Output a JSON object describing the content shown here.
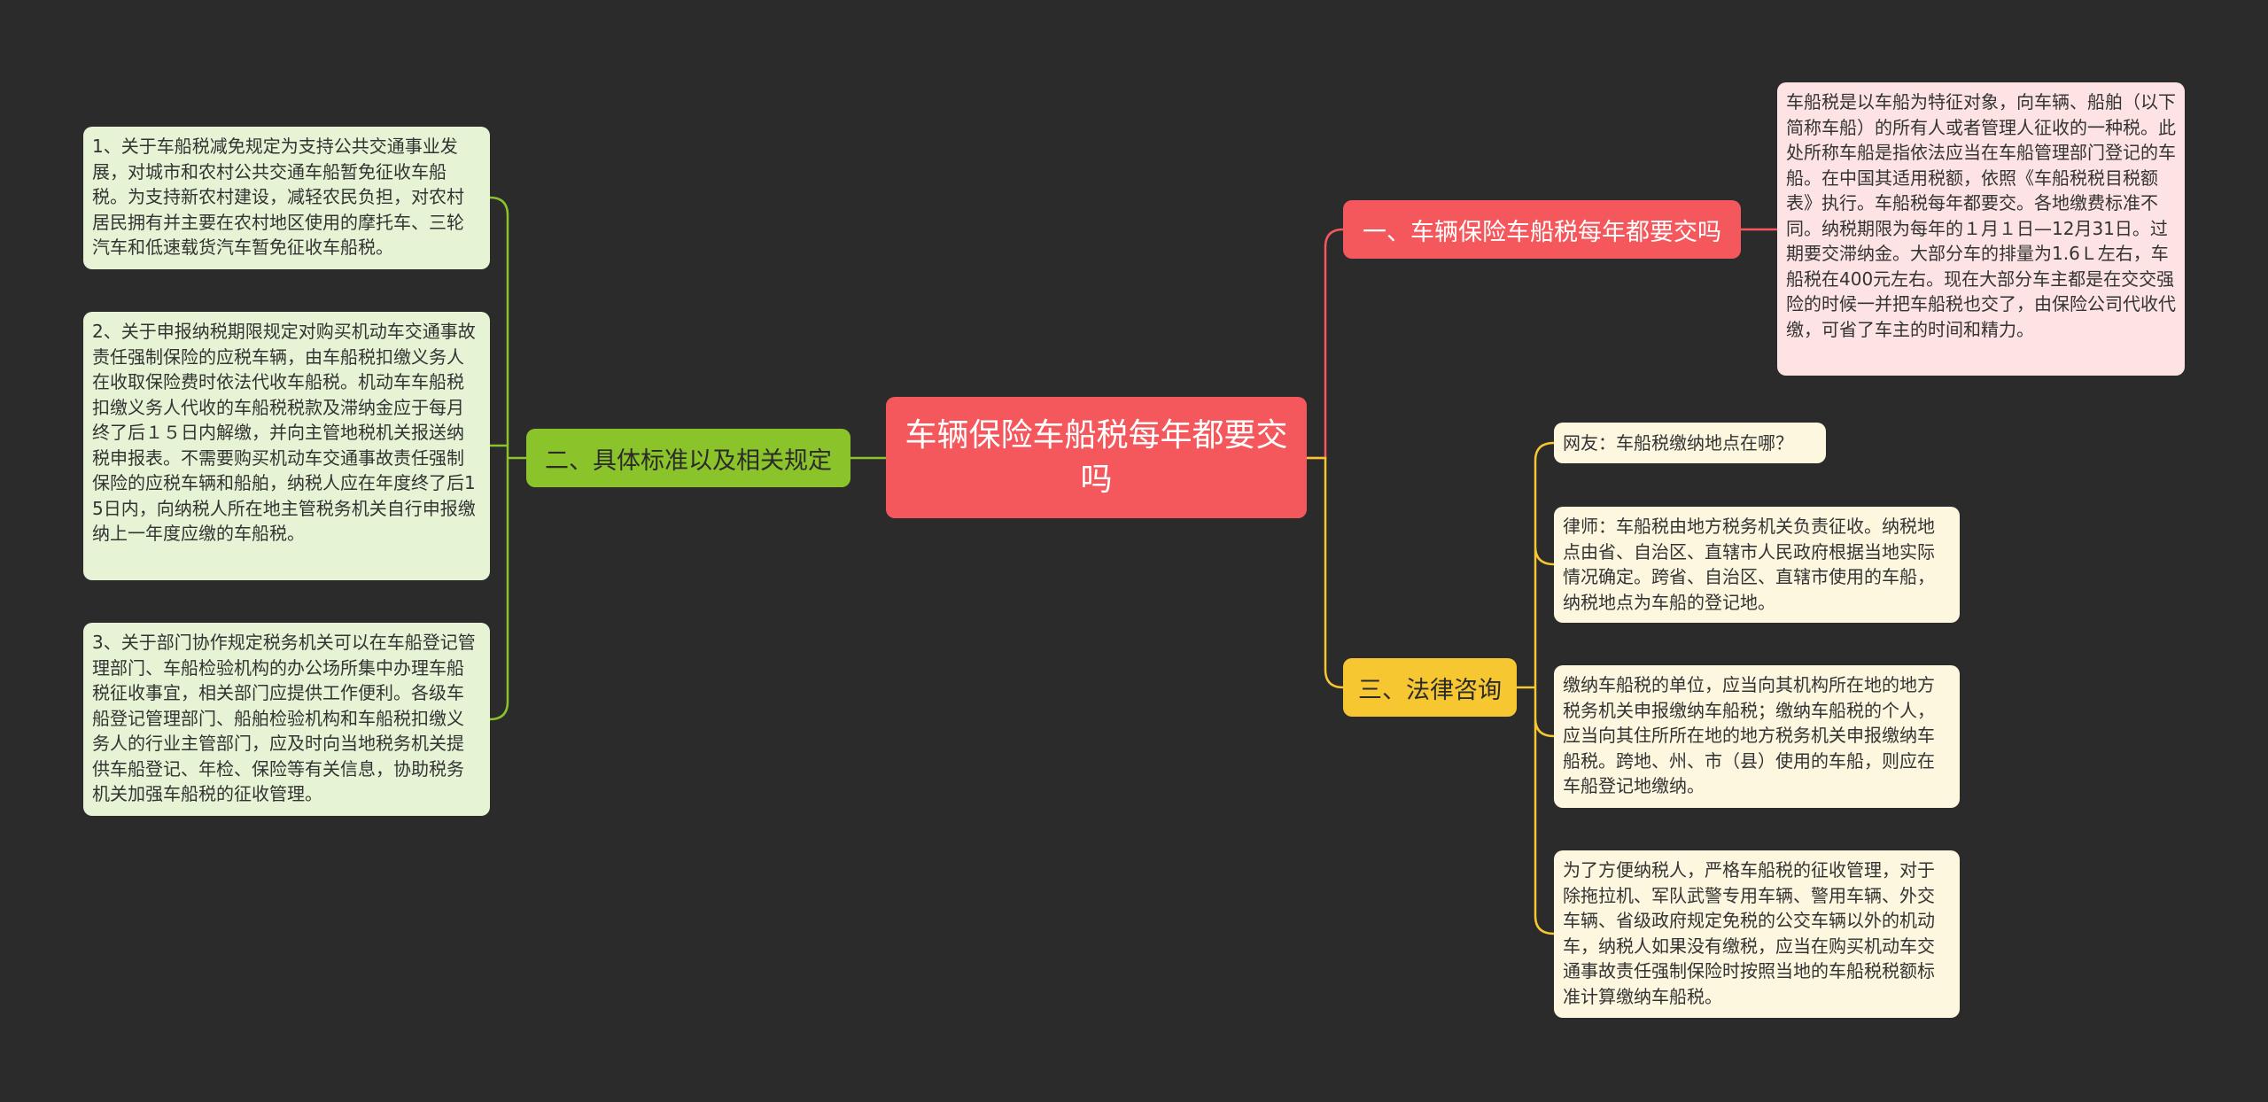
{
  "colors": {
    "background": "#2b2b2b",
    "root": "#f5585c",
    "branch_red": "#f5585c",
    "branch_green": "#8bc32a",
    "branch_yellow": "#f7c731",
    "leaf_red": "#fde3e3",
    "leaf_green": "#e6f4d5",
    "leaf_yellow": "#fdf7df"
  },
  "root": {
    "title": "车辆保险车船税每年都要交吗"
  },
  "branches": [
    {
      "label": "一、车辆保险车船税每年都要交吗",
      "leaves": [
        "车船税是以车船为特征对象，向车辆、船舶（以下简称车船）的所有人或者管理人征收的一种税。此处所称车船是指依法应当在车船管理部门登记的车船。在中国其适用税额，依照《车船税税目税额表》执行。车船税每年都要交。各地缴费标准不同。纳税期限为每年的１月１日—12月31日。过期要交滞纳金。大部分车的排量为1.6Ｌ左右，车船税在400元左右。现在大部分车主都是在交交强险的时候一并把车船税也交了，由保险公司代收代缴，可省了车主的时间和精力。"
      ]
    },
    {
      "label": "二、具体标准以及相关规定",
      "leaves": [
        "1、关于车船税减免规定为支持公共交通事业发展，对城市和农村公共交通车船暂免征收车船税。为支持新农村建设，减轻农民负担，对农村居民拥有并主要在农村地区使用的摩托车、三轮汽车和低速载货汽车暂免征收车船税。",
        "2、关于申报纳税期限规定对购买机动车交通事故责任强制保险的应税车辆，由车船税扣缴义务人在收取保险费时依法代收车船税。机动车车船税扣缴义务人代收的车船税税款及滞纳金应于每月终了后１５日内解缴，并向主管地税机关报送纳税申报表。不需要购买机动车交通事故责任强制保险的应税车辆和船舶，纳税人应在年度终了后15日内，向纳税人所在地主管税务机关自行申报缴纳上一年度应缴的车船税。",
        "3、关于部门协作规定税务机关可以在车船登记管理部门、车船检验机构的办公场所集中办理车船税征收事宜，相关部门应提供工作便利。各级车船登记管理部门、船舶检验机构和车船税扣缴义务人的行业主管部门，应及时向当地税务机关提供车船登记、年检、保险等有关信息，协助税务机关加强车船税的征收管理。"
      ]
    },
    {
      "label": "三、法律咨询",
      "leaves": [
        "网友：车船税缴纳地点在哪？",
        "律师：车船税由地方税务机关负责征收。纳税地点由省、自治区、直辖市人民政府根据当地实际情况确定。跨省、自治区、直辖市使用的车船，纳税地点为车船的登记地。",
        "缴纳车船税的单位，应当向其机构所在地的地方税务机关申报缴纳车船税；缴纳车船税的个人，应当向其住所所在地的地方税务机关申报缴纳车船税。跨地、州、市（县）使用的车船，则应在车船登记地缴纳。",
        "为了方便纳税人，严格车船税的征收管理，对于除拖拉机、军队武警专用车辆、警用车辆、外交车辆、省级政府规定免税的公交车辆以外的机动车，纳税人如果没有缴税，应当在购买机动车交通事故责任强制保险时按照当地的车船税税额标准计算缴纳车船税。"
      ]
    }
  ]
}
